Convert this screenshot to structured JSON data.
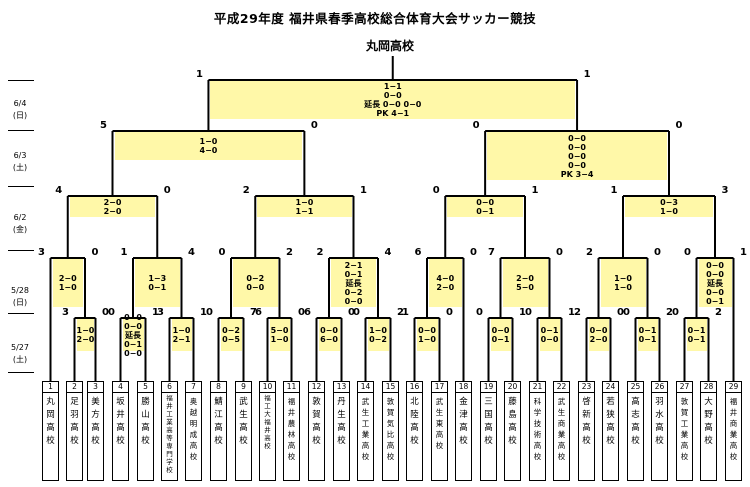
{
  "title": "平成29年度 福井県春季高校総合体育大会サッカー競技",
  "champion": "丸岡高校",
  "dates": [
    {
      "line1": "6/4",
      "line2": "(日)"
    },
    {
      "line1": "6/3",
      "line2": "(土)"
    },
    {
      "line1": "6/2",
      "line2": "(金)"
    },
    {
      "line1": "5/28",
      "line2": "(日)"
    },
    {
      "line1": "5/27",
      "line2": "(土)"
    }
  ],
  "teams": [
    {
      "no": "1",
      "name": "丸岡高校"
    },
    {
      "no": "2",
      "name": "足羽高校"
    },
    {
      "no": "3",
      "name": "美方高校"
    },
    {
      "no": "4",
      "name": "坂井高校"
    },
    {
      "no": "5",
      "name": "勝山高校"
    },
    {
      "no": "6",
      "name": "福井工業高等専門学校"
    },
    {
      "no": "7",
      "name": "奥越明成高校"
    },
    {
      "no": "8",
      "name": "鯖江高校"
    },
    {
      "no": "9",
      "name": "武生高校"
    },
    {
      "no": "10",
      "name": "福工大福井高校"
    },
    {
      "no": "11",
      "name": "福井農林高校"
    },
    {
      "no": "12",
      "name": "敦賀高校"
    },
    {
      "no": "13",
      "name": "丹生高校"
    },
    {
      "no": "14",
      "name": "武生工業高校"
    },
    {
      "no": "15",
      "name": "敦賀気比高校"
    },
    {
      "no": "16",
      "name": "北陸高校"
    },
    {
      "no": "17",
      "name": "武生東高校"
    },
    {
      "no": "18",
      "name": "金津高校"
    },
    {
      "no": "19",
      "name": "三国高校"
    },
    {
      "no": "20",
      "name": "藤島高校"
    },
    {
      "no": "21",
      "name": "科学技術高校"
    },
    {
      "no": "22",
      "name": "武生商業高校"
    },
    {
      "no": "23",
      "name": "啓新高校"
    },
    {
      "no": "24",
      "name": "若狭高校"
    },
    {
      "no": "25",
      "name": "高志高校"
    },
    {
      "no": "26",
      "name": "羽水高校"
    },
    {
      "no": "27",
      "name": "敦賀工業高校"
    },
    {
      "no": "28",
      "name": "大野高校"
    },
    {
      "no": "29",
      "name": "福井商業高校"
    }
  ],
  "final": {
    "left": "1",
    "right": "1",
    "lines": [
      "1−1",
      "0−0",
      "延長 0−0 0−0",
      "PK 4−1"
    ]
  },
  "semis": [
    {
      "left": "5",
      "right": "0",
      "lines": [
        "1−0",
        "4−0"
      ]
    },
    {
      "left": "0",
      "right": "0",
      "lines": [
        "0−0",
        "0−0",
        "0−0",
        "0−0",
        "PK 3−4"
      ]
    }
  ],
  "quarters": [
    {
      "left": "4",
      "right": "0",
      "lines": [
        "2−0",
        "2−0"
      ]
    },
    {
      "left": "2",
      "right": "1",
      "lines": [
        "1−0",
        "1−1"
      ]
    },
    {
      "left": "0",
      "right": "1",
      "lines": [
        "0−0",
        "0−1"
      ]
    },
    {
      "left": "1",
      "right": "3",
      "lines": [
        "0−3",
        "1−0"
      ]
    }
  ],
  "r2": [
    {
      "left": "3",
      "right": "0",
      "lines": [
        "2−0",
        "1−0"
      ]
    },
    {
      "left": "1",
      "right": "4",
      "lines": [
        "1−3",
        "0−1"
      ]
    },
    {
      "left": "0",
      "right": "2",
      "lines": [
        "0−2",
        "0−0"
      ]
    },
    {
      "left": "2",
      "right": "4",
      "lines": [
        "2−1",
        "0−1",
        "延長",
        "0−2",
        "0−0"
      ]
    },
    {
      "left": "6",
      "right": "0",
      "lines": [
        "4−0",
        "2−0"
      ]
    },
    {
      "left": "7",
      "right": "0",
      "lines": [
        "2−0",
        "5−0"
      ]
    },
    {
      "left": "2",
      "right": "0",
      "lines": [
        "1−0",
        "1−0"
      ]
    },
    {
      "left": "0",
      "right": "1",
      "lines": [
        "0−0",
        "0−0",
        "延長",
        "0−0",
        "0−1"
      ]
    }
  ],
  "r1": [
    {
      "left": "3",
      "right": "0",
      "lines": [
        "1−0",
        "2−0"
      ]
    },
    {
      "left": "0",
      "right": "1",
      "lines": [
        "0−0",
        "0−0",
        "延長",
        "0−1",
        "0−0"
      ]
    },
    {
      "left": "3",
      "right": "1",
      "lines": [
        "1−0",
        "2−1"
      ]
    },
    {
      "left": "0",
      "right": "7",
      "lines": [
        "0−2",
        "0−5"
      ]
    },
    {
      "left": "6",
      "right": "0",
      "lines": [
        "5−0",
        "1−0"
      ]
    },
    {
      "left": "6",
      "right": "0",
      "lines": [
        "0−0",
        "6−0"
      ]
    },
    {
      "left": "0",
      "right": "2",
      "lines": [
        "1−0",
        "0−2"
      ]
    },
    {
      "left": "1",
      "right": "0",
      "lines": [
        "0−0",
        "1−0"
      ]
    },
    {
      "left": "0",
      "right": "1",
      "lines": [
        "0−0",
        "0−1"
      ]
    },
    {
      "left": "0",
      "right": "1",
      "lines": [
        "0−1",
        "0−0"
      ]
    },
    {
      "left": "2",
      "right": "0",
      "lines": [
        "0−0",
        "2−0"
      ]
    },
    {
      "left": "0",
      "right": "2",
      "lines": [
        "0−1",
        "0−1"
      ]
    },
    {
      "left": "0",
      "right": "2",
      "lines": [
        "0−1",
        "0−1"
      ]
    }
  ]
}
